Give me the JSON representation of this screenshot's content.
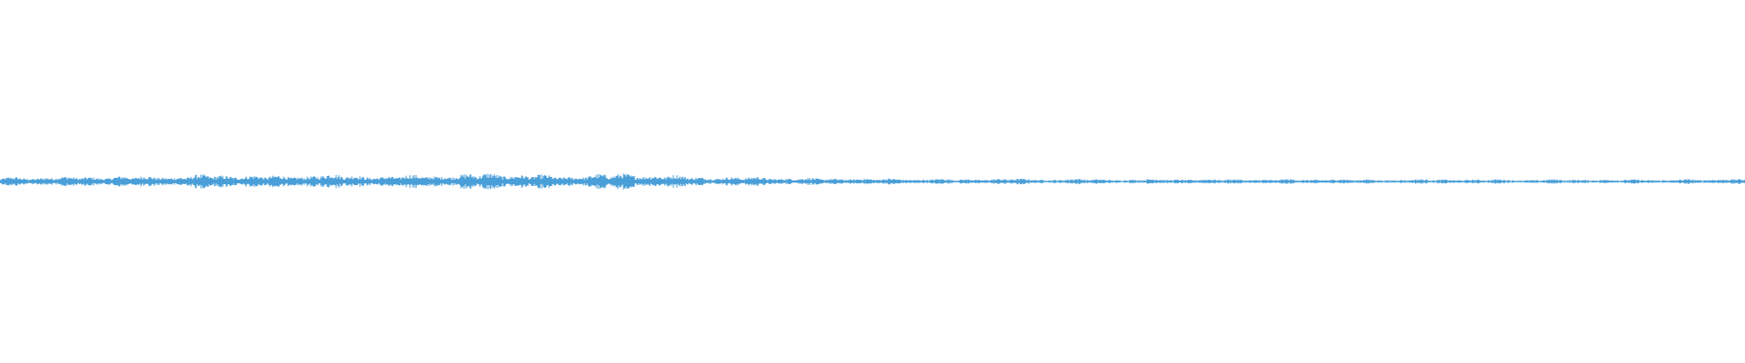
{
  "waveform": {
    "color": "#4a9fd8",
    "background": "#ffffff",
    "amplitude_envelope": [
      0.35,
      0.42,
      0.38,
      0.45,
      0.4,
      0.48,
      0.44,
      0.5,
      0.46,
      0.52,
      0.48,
      0.55,
      0.62,
      0.58,
      0.6,
      0.54,
      0.5,
      0.56,
      0.7,
      0.62,
      0.58,
      0.52,
      0.48,
      0.55,
      0.6,
      0.66,
      0.58,
      0.72,
      0.8,
      0.68,
      0.62,
      0.55,
      0.5,
      0.58,
      0.64,
      0.7,
      0.75,
      0.62,
      0.56,
      0.48,
      0.45,
      0.4,
      0.38,
      0.42,
      0.36,
      0.32,
      0.3,
      0.28,
      0.3,
      0.26,
      0.24,
      0.28,
      0.22,
      0.25,
      0.2,
      0.24,
      0.22,
      0.26,
      0.24,
      0.22,
      0.2,
      0.24,
      0.22,
      0.2,
      0.18,
      0.22,
      0.2,
      0.24,
      0.21,
      0.19,
      0.22,
      0.2,
      0.18,
      0.21,
      0.19,
      0.22,
      0.2,
      0.18,
      0.2,
      0.17,
      0.2,
      0.18,
      0.22,
      0.19,
      0.17,
      0.2,
      0.18,
      0.16,
      0.19,
      0.17,
      0.2,
      0.18,
      0.16,
      0.19,
      0.17,
      0.18,
      0.2,
      0.17,
      0.3,
      0.22
    ]
  }
}
